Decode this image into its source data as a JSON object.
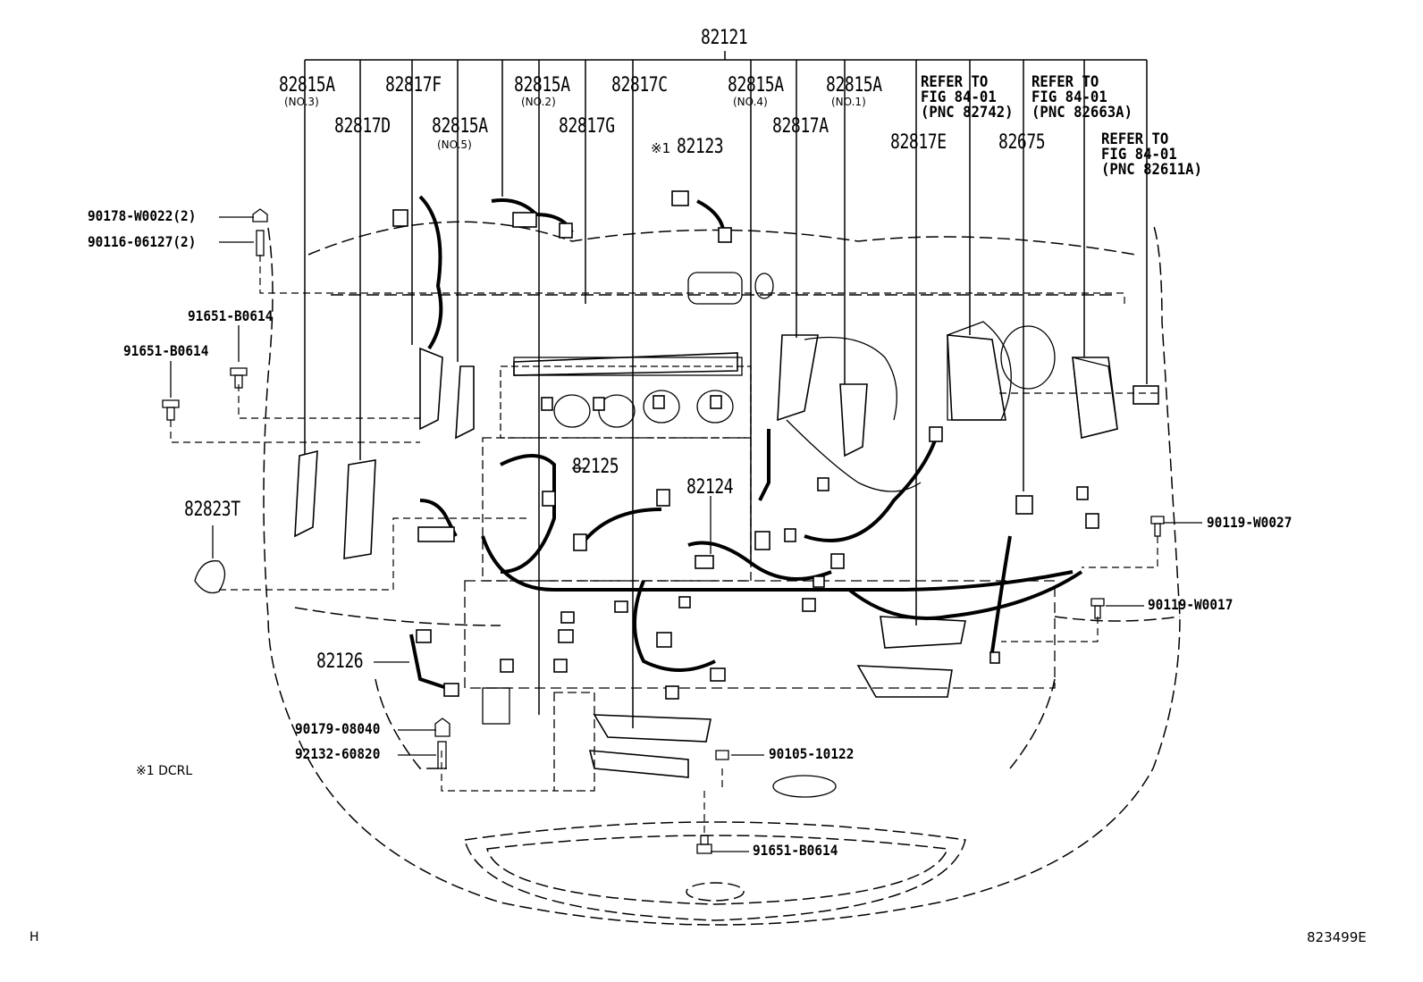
{
  "diagram": {
    "main_assembly": "82121",
    "top_callouts": [
      {
        "part": "82815A",
        "sub": "(NO.3)"
      },
      {
        "part": "82817F",
        "sub": ""
      },
      {
        "part": "82815A",
        "sub": "(NO.2)"
      },
      {
        "part": "82817C",
        "sub": ""
      },
      {
        "part": "82815A",
        "sub": "(NO.4)"
      },
      {
        "part": "82815A",
        "sub": "(NO.1)"
      }
    ],
    "second_row": [
      {
        "part": "82817D",
        "sub": ""
      },
      {
        "part": "82815A",
        "sub": "(NO.5)"
      },
      {
        "part": "82817G",
        "sub": ""
      },
      {
        "part": "82123",
        "prefix": "※1"
      },
      {
        "part": "82817A",
        "sub": ""
      },
      {
        "part": "82817E",
        "sub": ""
      },
      {
        "part": "82675",
        "sub": ""
      }
    ],
    "refer_notes": [
      {
        "lines": [
          "REFER TO",
          "FIG 84-01",
          "(PNC 82742)"
        ]
      },
      {
        "lines": [
          "REFER TO",
          "FIG 84-01",
          "(PNC 82663A)"
        ]
      },
      {
        "lines": [
          "REFER TO",
          "FIG 84-01",
          "(PNC 82611A)"
        ]
      }
    ],
    "left_parts": [
      "90178-W0022(2)",
      "90116-06127(2)",
      "91651-B0614",
      "91651-B0614",
      "82823T",
      "82126",
      "90179-08040",
      "92132-60820"
    ],
    "center_parts": [
      "82125",
      "82124"
    ],
    "right_parts": [
      "90119-W0027",
      "90119-W0017"
    ],
    "bottom_parts": [
      "90105-10122",
      "91651-B0614"
    ],
    "note": "※1 DCRL",
    "corner_left": "H",
    "corner_right": "823499E"
  }
}
